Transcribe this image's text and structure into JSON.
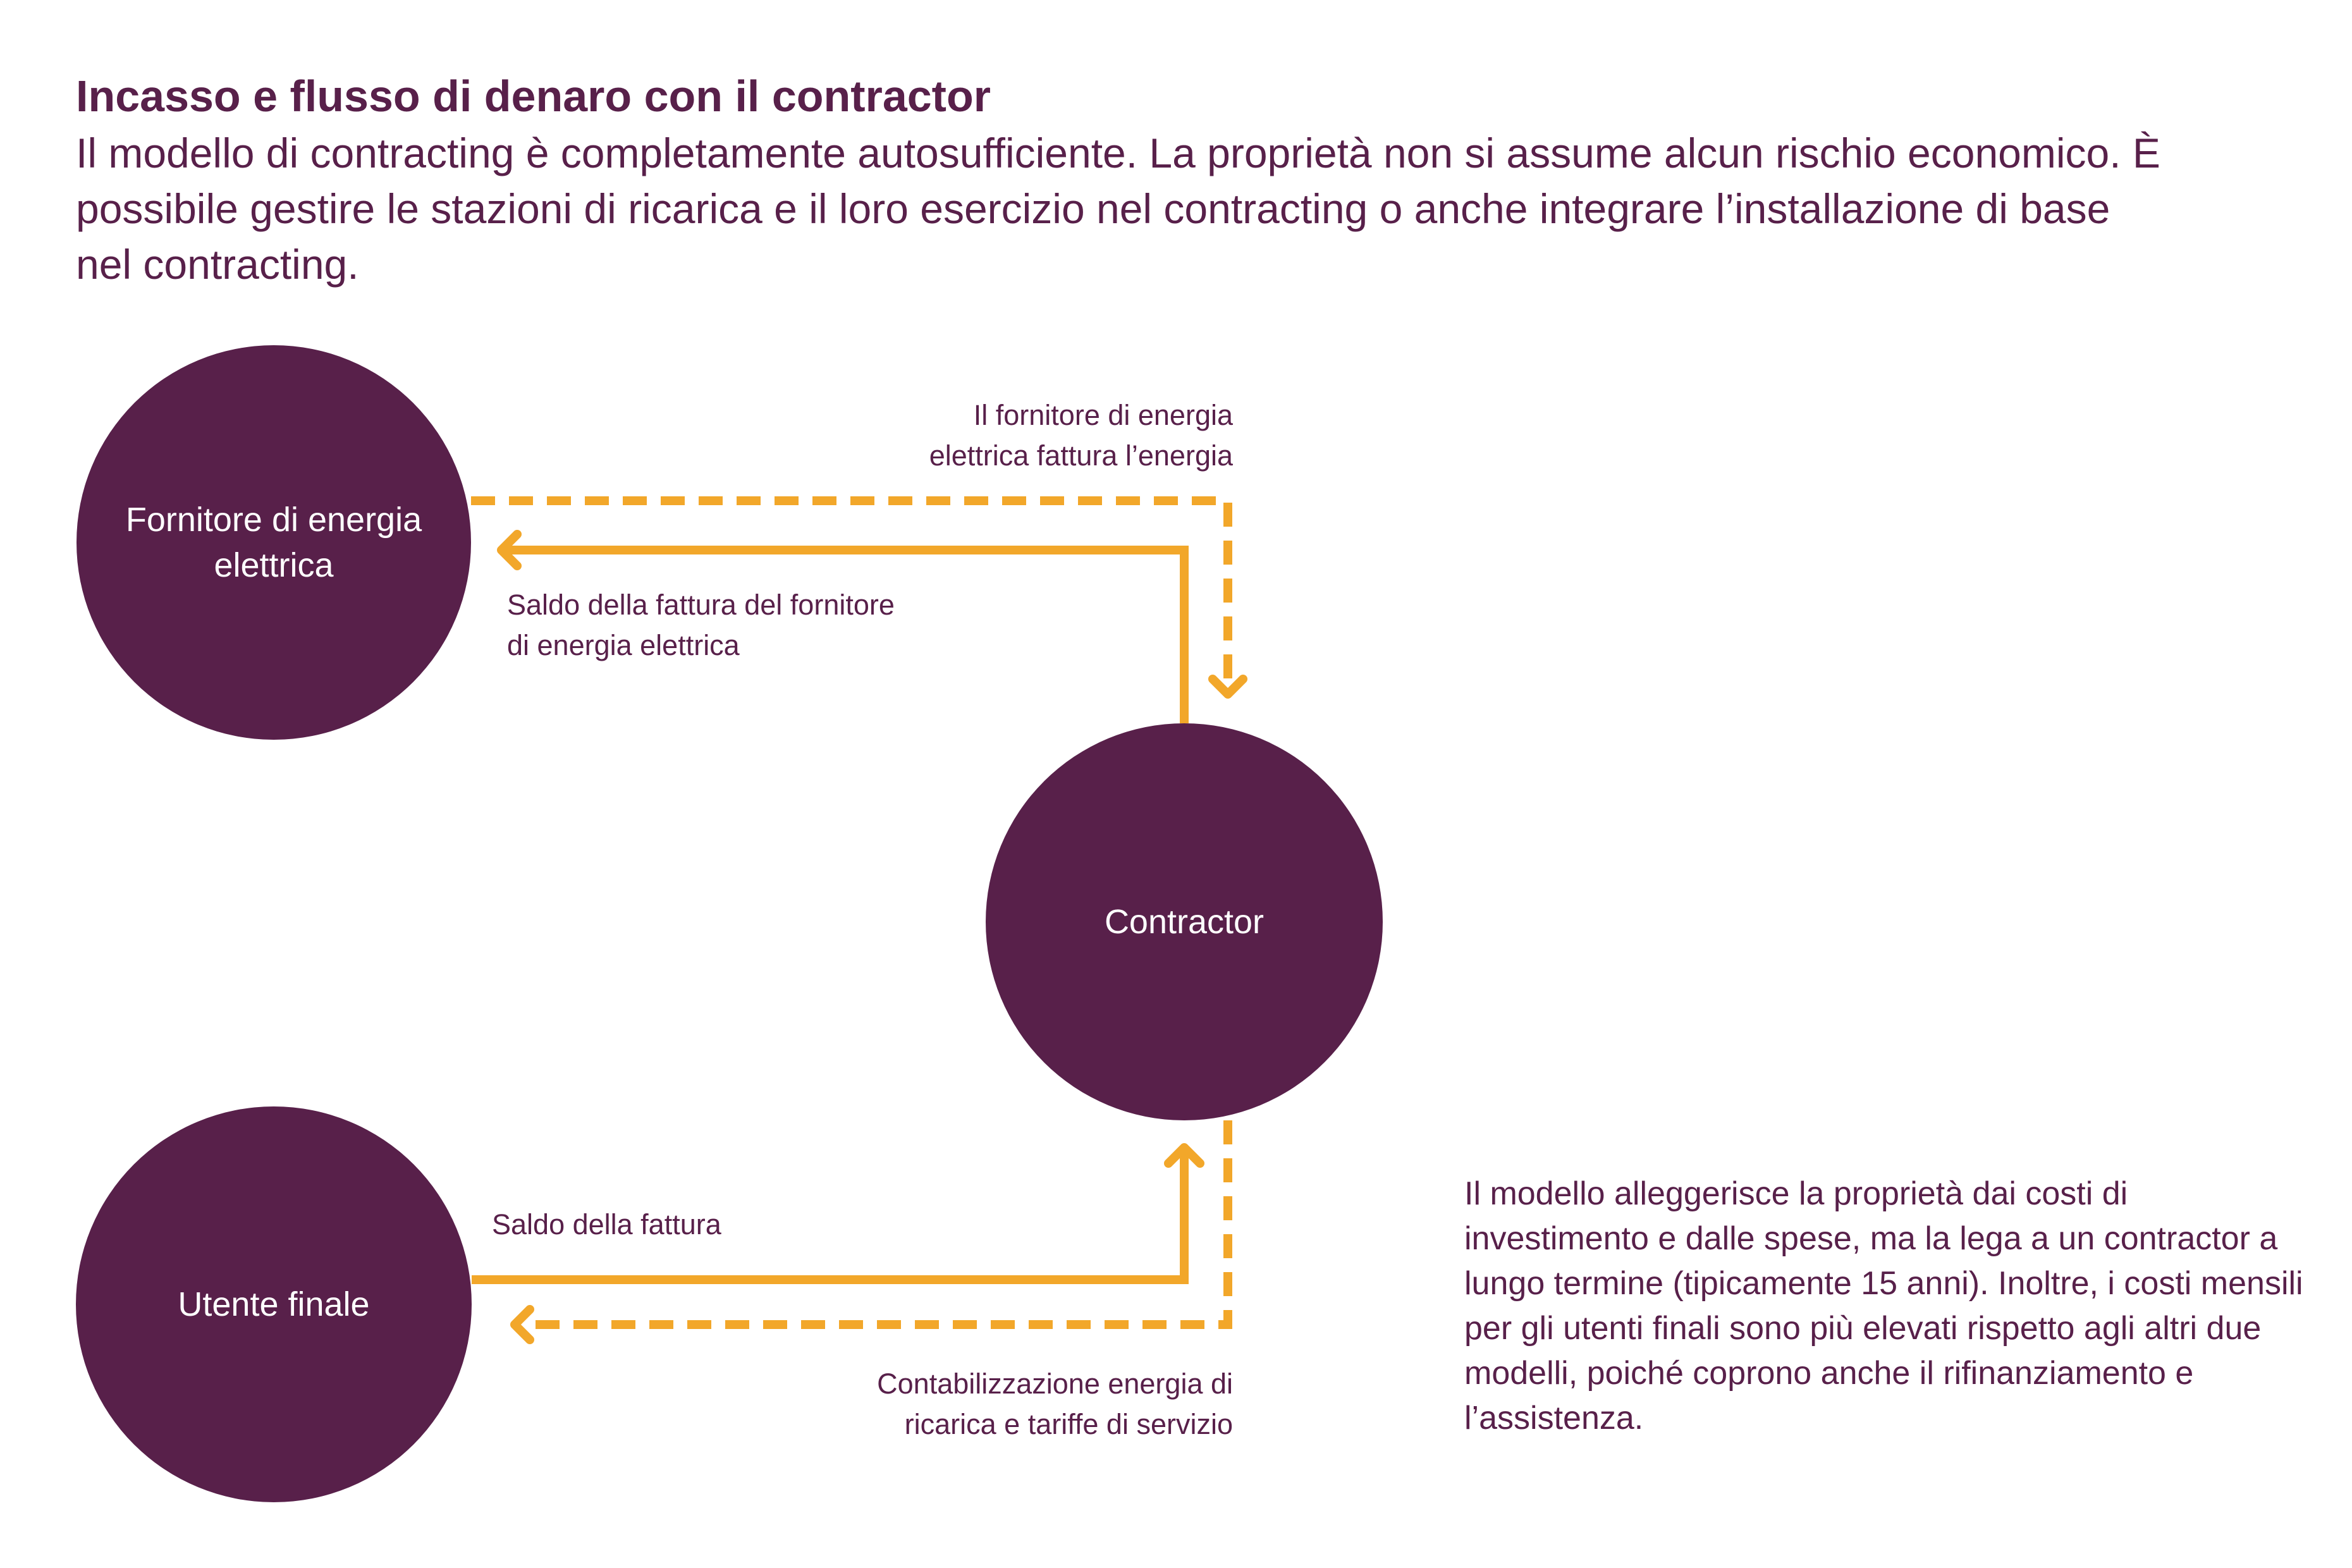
{
  "header": {
    "title": "Incasso e flusso di denaro con il contractor",
    "intro": "Il modello di contracting è completamente autosufficiente. La proprietà non si assume alcun rischio economico. È possibile gestire le stazioni di ricarica e il loro esercizio nel contracting o anche integrare l’installazione di base nel contracting."
  },
  "nodes": {
    "supplier": "Fornitore di energia elettrica",
    "contractor": "Contractor",
    "end_user": "Utente finale"
  },
  "flows": {
    "supplier_invoice": [
      "Il fornitore di energia",
      "elettrica fattura l’energia"
    ],
    "supplier_payment": [
      "Saldo della fattura del fornitore",
      "di energia elettrica"
    ],
    "user_payment": "Saldo della fattura",
    "user_billing": [
      "Contabilizzazione energia di",
      "ricarica e tariffe di servizio"
    ]
  },
  "side_note": "Il modello alleggerisce la proprietà dai costi di investimento e dalle spese, ma la lega a un contractor a lungo termine (tipicamente 15 anni). Inoltre, i costi mensili per gli utenti finali sono più elevati rispetto agli altri due modelli, poiché coprono anche il rifinanziamento e l’assistenza.",
  "colors": {
    "node_fill": "#58204a",
    "arrow": "#f2a72a",
    "text": "#58204a"
  }
}
